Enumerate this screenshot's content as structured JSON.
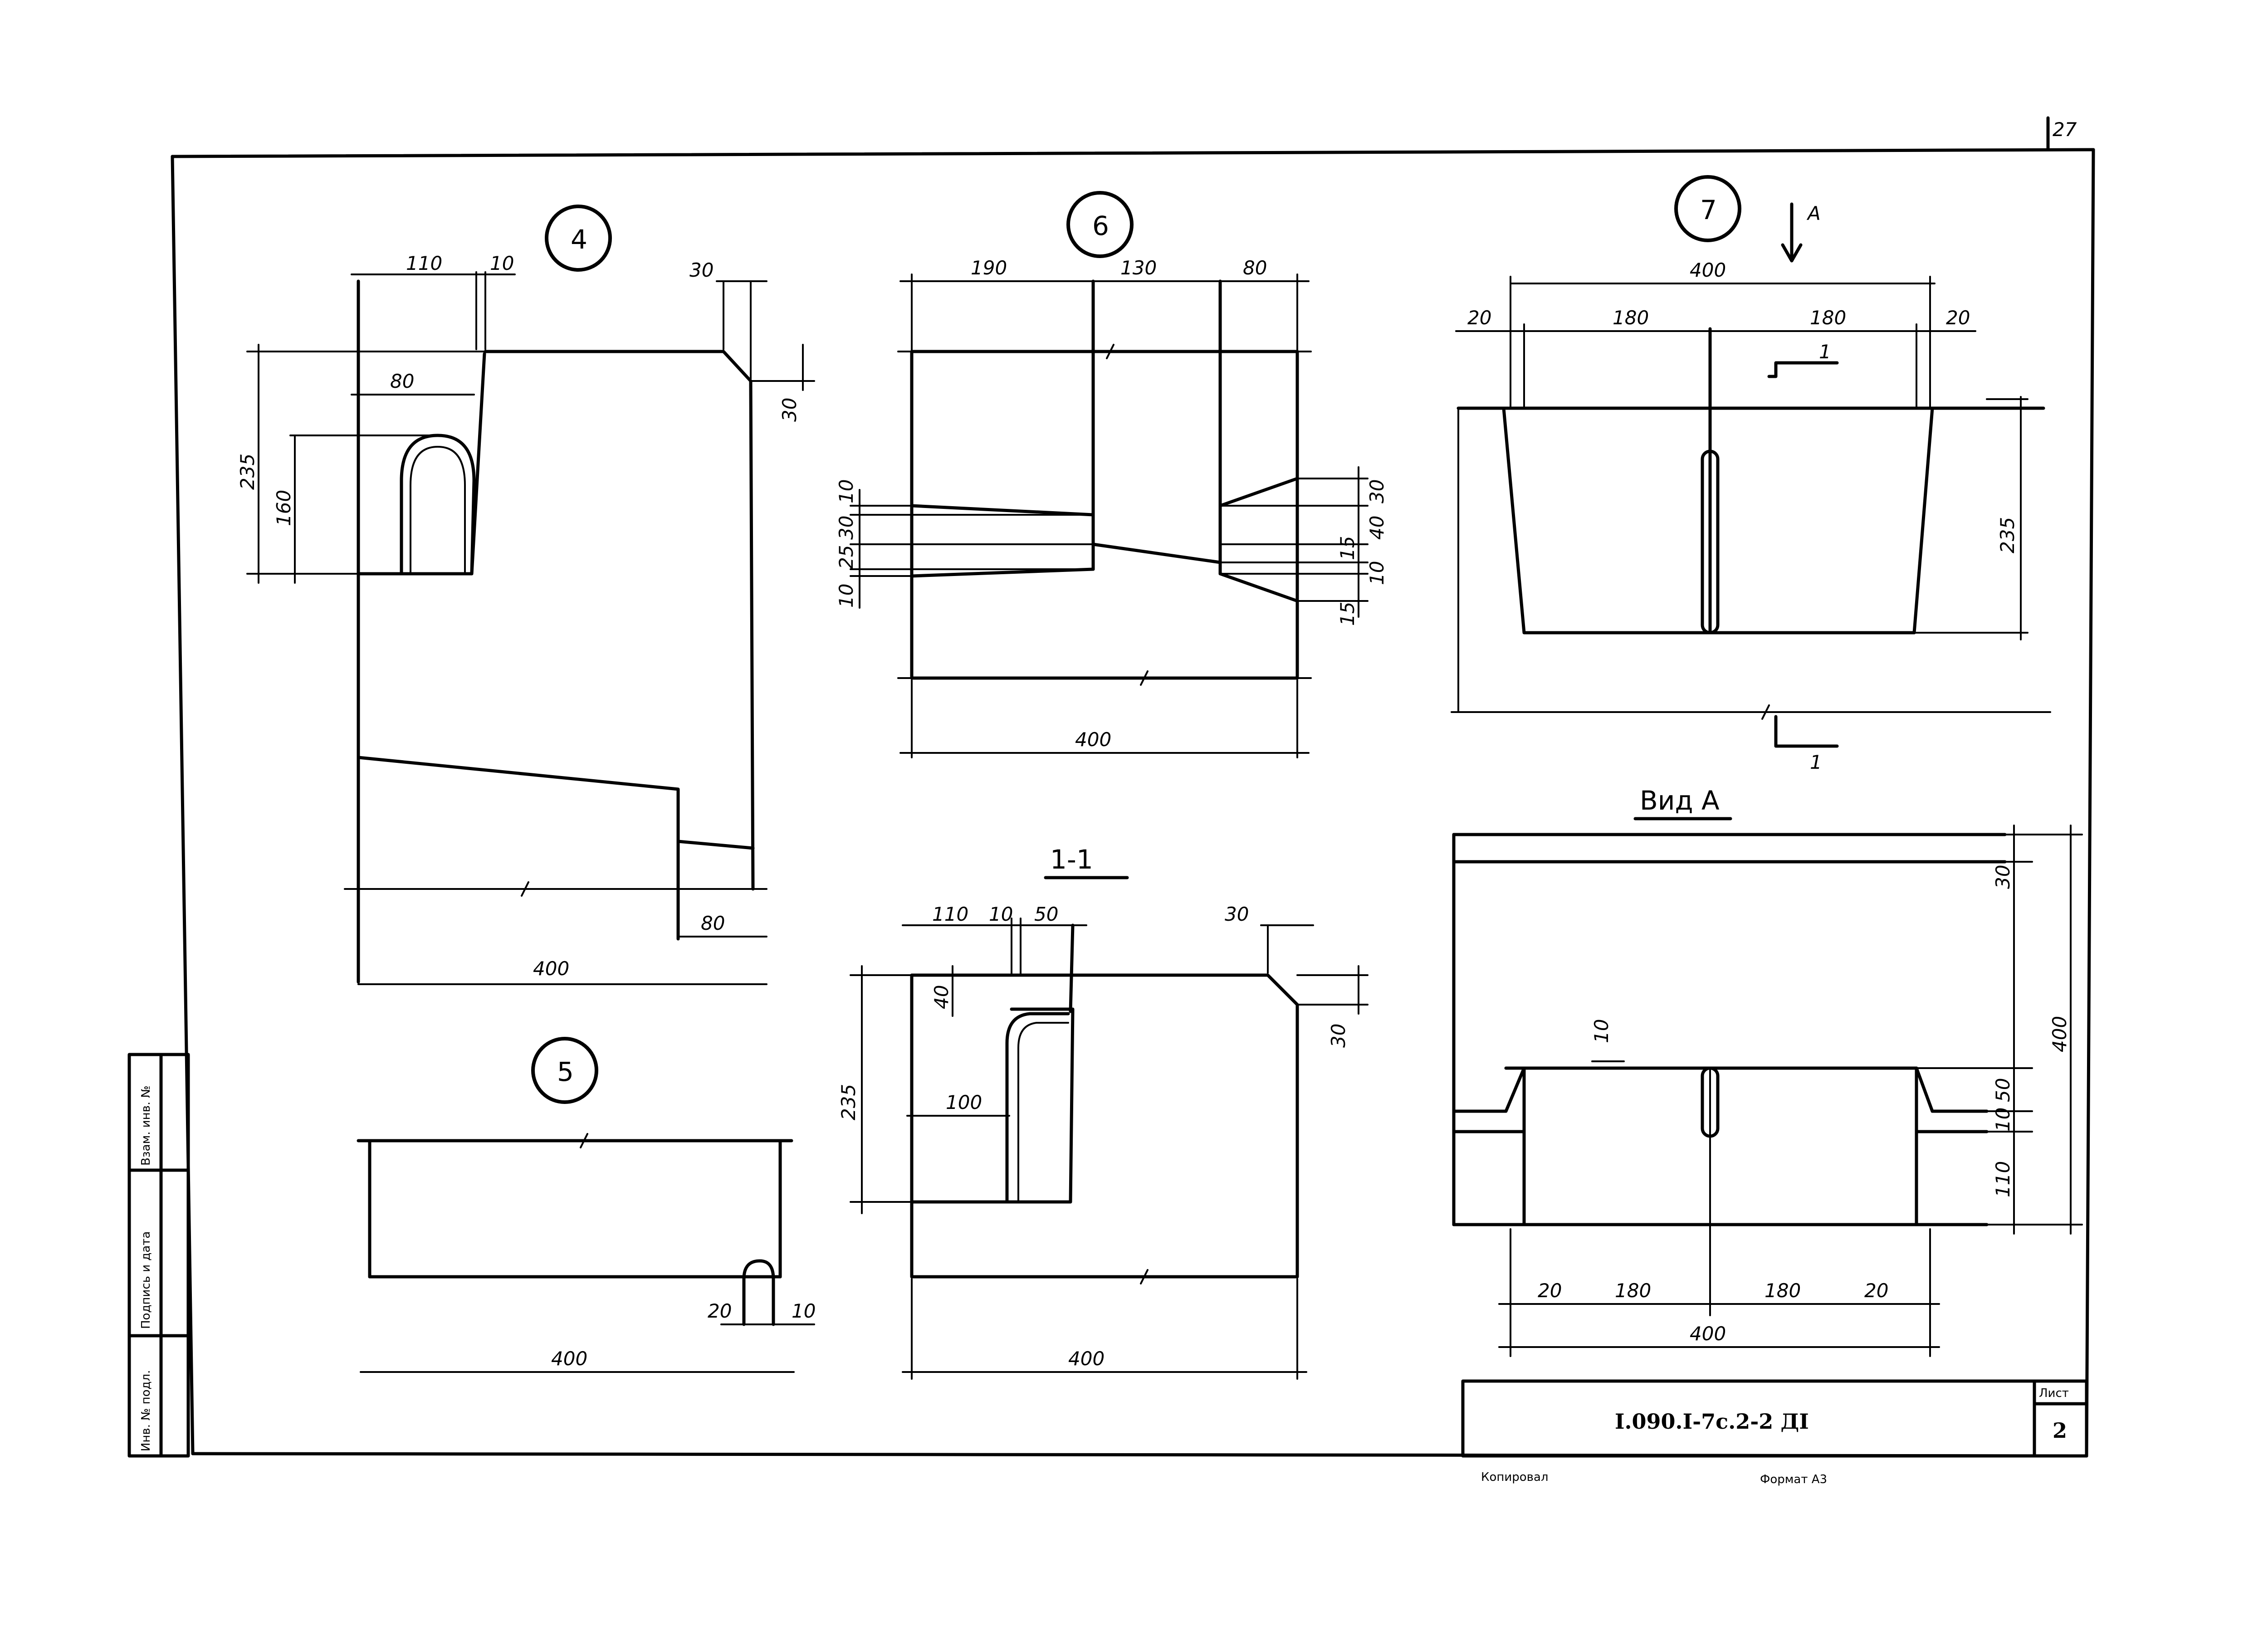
{
  "sheet": {
    "page_number": "27",
    "code": "I.090.I-7c.2-2 ДI",
    "sheet_label": "Лист",
    "sheet_number": "2",
    "footer_copied": "Копировал",
    "footer_format": "Формат А3"
  },
  "side_stamp": [
    "Инв. № подл.",
    "Подпись и дата",
    "Взам. инв. №"
  ],
  "details": {
    "d4": "4",
    "d5": "5",
    "d6": "6",
    "d7": "7",
    "section": "1-1",
    "view": "Вид А",
    "arrow_label": "А",
    "cut_label": "1"
  },
  "dims": {
    "n400": "400",
    "n235": "235",
    "n160": "160",
    "n110": "110",
    "n10": "10",
    "n30": "30",
    "n80": "80",
    "n190": "190",
    "n130": "130",
    "n20": "20",
    "n180": "180",
    "n100": "100",
    "n40": "40",
    "n50": "50",
    "n25": "25",
    "n15": "15"
  }
}
